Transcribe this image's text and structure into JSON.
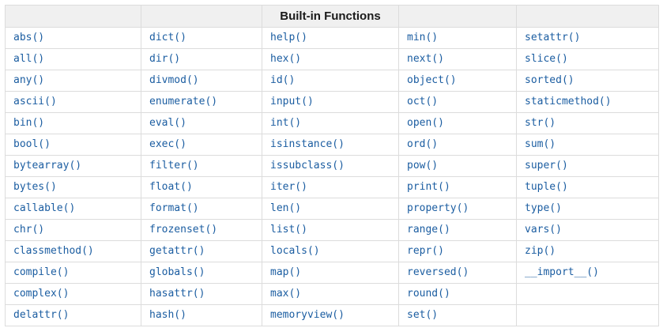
{
  "header": {
    "title": "Built-in Functions",
    "title_column_index": 2,
    "column_count": 5
  },
  "table": {
    "rows": [
      [
        "abs()",
        "dict()",
        "help()",
        "min()",
        "setattr()"
      ],
      [
        "all()",
        "dir()",
        "hex()",
        "next()",
        "slice()"
      ],
      [
        "any()",
        "divmod()",
        "id()",
        "object()",
        "sorted()"
      ],
      [
        "ascii()",
        "enumerate()",
        "input()",
        "oct()",
        "staticmethod()"
      ],
      [
        "bin()",
        "eval()",
        "int()",
        "open()",
        "str()"
      ],
      [
        "bool()",
        "exec()",
        "isinstance()",
        "ord()",
        "sum()"
      ],
      [
        "bytearray()",
        "filter()",
        "issubclass()",
        "pow()",
        "super()"
      ],
      [
        "bytes()",
        "float()",
        "iter()",
        "print()",
        "tuple()"
      ],
      [
        "callable()",
        "format()",
        "len()",
        "property()",
        "type()"
      ],
      [
        "chr()",
        "frozenset()",
        "list()",
        "range()",
        "vars()"
      ],
      [
        "classmethod()",
        "getattr()",
        "locals()",
        "repr()",
        "zip()"
      ],
      [
        "compile()",
        "globals()",
        "map()",
        "reversed()",
        "__import__()"
      ],
      [
        "complex()",
        "hasattr()",
        "max()",
        "round()",
        ""
      ],
      [
        "delattr()",
        "hash()",
        "memoryview()",
        "set()",
        ""
      ]
    ]
  },
  "colors": {
    "link": "#1b5da1",
    "border": "#dcdcdc",
    "header_background": "#f0f0f0",
    "header_text": "#1a1a1a",
    "page_background": "#ffffff"
  }
}
